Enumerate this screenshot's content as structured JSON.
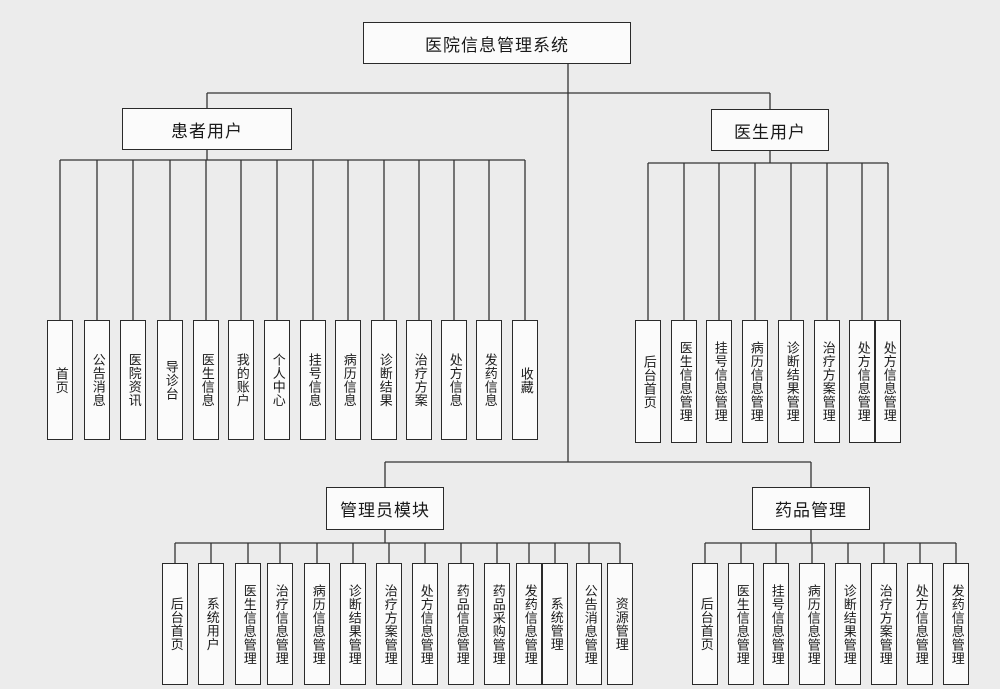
{
  "diagram": {
    "root": "医院信息管理系统",
    "patient": {
      "title": "患者用户",
      "items": [
        "首页",
        "公告消息",
        "医院资讯",
        "导诊台",
        "医生信息",
        "我的账户",
        "个人中心",
        "挂号信息",
        "病历信息",
        "诊断结果",
        "治疗方案",
        "处方信息",
        "发药信息",
        "收藏"
      ]
    },
    "doctor": {
      "title": "医生用户",
      "items": [
        "后台首页",
        "医生信息管理",
        "挂号信息管理",
        "病历信息管理",
        "诊断结果管理",
        "治疗方案管理",
        "处方信息管理",
        "处方信息管理"
      ]
    },
    "admin": {
      "title": "管理员模块",
      "items": [
        "后台首页",
        "系统用户",
        "医生信息管理",
        "治疗信息管理",
        "病历信息管理",
        "诊断结果管理",
        "治疗方案管理",
        "处方信息管理",
        "药品信息管理",
        "药品采购管理",
        "发药信息管理",
        "系统管理",
        "公告消息管理",
        "资源管理"
      ]
    },
    "drug": {
      "title": "药品管理",
      "items": [
        "后台首页",
        "医生信息管理",
        "挂号信息管理",
        "病历信息管理",
        "诊断结果管理",
        "治疗方案管理",
        "处方信息管理",
        "发药信息管理"
      ]
    }
  }
}
